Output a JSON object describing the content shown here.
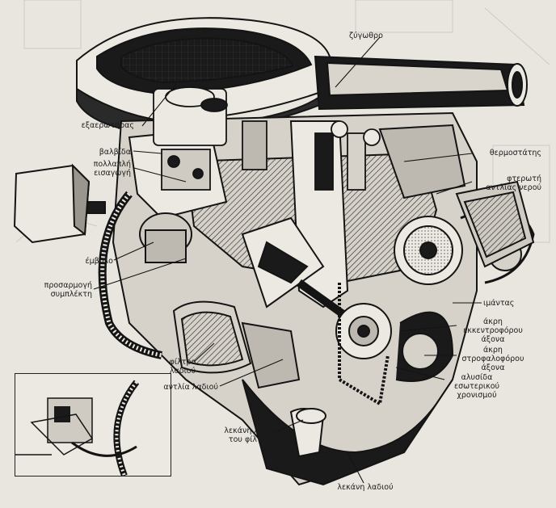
{
  "labels": {
    "rocker_cover": "ζύγωθρο",
    "evaporator": "εξαερωτήρας",
    "valve": "βαλβίδα",
    "intake_manifold": [
      "πολλαπλή",
      "εισαγωγή"
    ],
    "thermostat": "θερμοστάτης",
    "water_pump_fan": [
      "φτερωτή",
      "αντλίας νερού"
    ],
    "piston": "έμβολο",
    "clutch_adapter": [
      "προσαρμογή",
      "συμπλέκτη"
    ],
    "belt": "ιμάντας",
    "camshaft_end": [
      "άκρη",
      "εκκεντροφόρου",
      "άξονα"
    ],
    "crankshaft_end": [
      "άκρη",
      "στροφαλοφόρου",
      "άξονα"
    ],
    "oil_filter": [
      "φίλτρο",
      "λαδιού"
    ],
    "timing_chain": [
      "αλυσίδα",
      "εσωτερικού",
      "χρονισμού"
    ],
    "oil_pump": "αντλία λαδιού",
    "filter_sump": [
      "λεκάνη λαδιού",
      "του φίλτρου"
    ],
    "oil_sump": "λεκάνη λαδιού"
  },
  "colors": {
    "ink": "#141414",
    "paper": "#ece9e2",
    "shade": "#7a7670",
    "light": "#c9c5bd"
  },
  "icons": {
    "engine": "engine-cutaway-illustration",
    "inset": "clutch-detail-inset"
  }
}
